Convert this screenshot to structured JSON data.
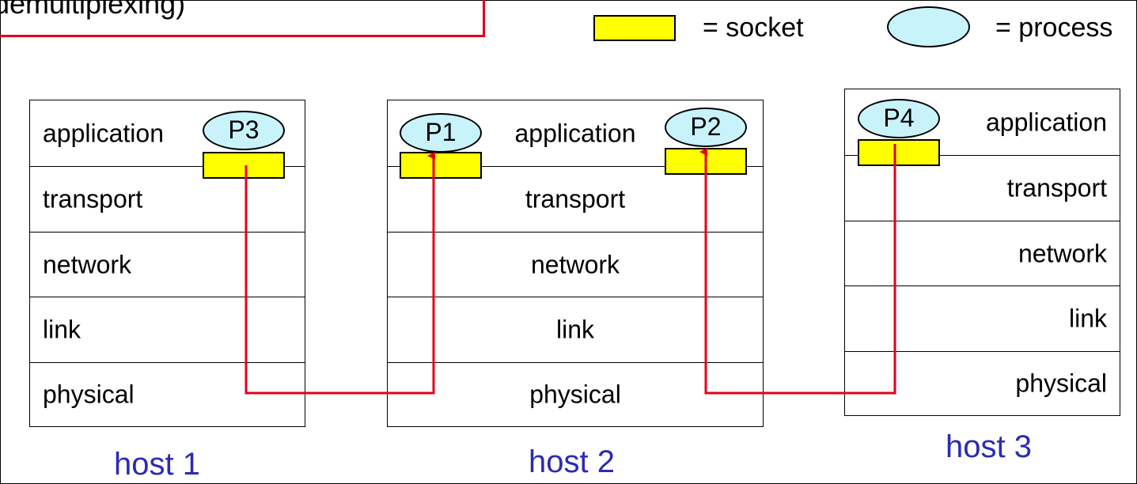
{
  "banner": {
    "text": "demultiplexing)"
  },
  "legend": {
    "socket_label": "= socket",
    "process_label": "= process"
  },
  "colors": {
    "socket": "#ffff00",
    "process": "#c9f3fb",
    "wire": "#e4001b",
    "host_label": "#2b2bb4"
  },
  "hosts": [
    {
      "label": "host 1",
      "layers": [
        "application",
        "transport",
        "network",
        "link",
        "physical"
      ],
      "processes": [
        "P3"
      ]
    },
    {
      "label": "host 2",
      "layers": [
        "application",
        "transport",
        "network",
        "link",
        "physical"
      ],
      "processes": [
        "P1",
        "P2"
      ]
    },
    {
      "label": "host 3",
      "layers": [
        "application",
        "transport",
        "network",
        "link",
        "physical"
      ],
      "processes": [
        "P4"
      ]
    }
  ],
  "connections": [
    {
      "from": "P3",
      "to": "P1"
    },
    {
      "from": "P4",
      "to": "P2"
    }
  ]
}
